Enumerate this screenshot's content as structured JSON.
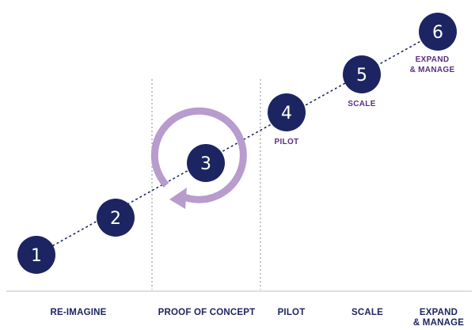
{
  "colors": {
    "node_fill": "#1c2562",
    "node_text": "#ffffff",
    "node_label": "#5a2d82",
    "phase_label": "#1c2562",
    "cycle": "#b89ccd",
    "axis": "#c6cacf",
    "divider": "#9aa0a6",
    "path": "#1c2562"
  },
  "nodes": [
    {
      "number": "1",
      "label": []
    },
    {
      "number": "2",
      "label": []
    },
    {
      "number": "3",
      "label": []
    },
    {
      "number": "4",
      "label": [
        "PILOT"
      ]
    },
    {
      "number": "5",
      "label": [
        "SCALE"
      ]
    },
    {
      "number": "6",
      "label": [
        "EXPAND",
        "& MANAGE"
      ]
    }
  ],
  "phases": [
    {
      "label": [
        "RE-IMAGINE"
      ]
    },
    {
      "label": [
        "PROOF OF CONCEPT"
      ]
    },
    {
      "label": [
        "PILOT"
      ]
    },
    {
      "label": [
        "SCALE"
      ]
    },
    {
      "label": [
        "EXPAND",
        "& MANAGE"
      ]
    }
  ]
}
